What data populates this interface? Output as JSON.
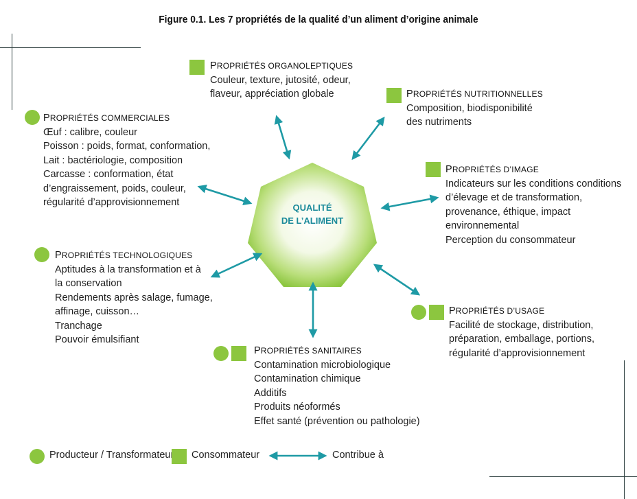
{
  "title": "Figure 0.1. Les 7 propriétés de la qualité d’un aliment d’origine animale",
  "center": {
    "line1": "QUALITÉ",
    "line2": "DE L’ALIMENT"
  },
  "properties": {
    "organoleptiques": {
      "head_first": "P",
      "head_rest": "ropriétés organoleptiques",
      "lines": [
        "Couleur, texture, jutosité, odeur,",
        "flaveur, appréciation globale"
      ]
    },
    "nutritionnelles": {
      "head_first": "P",
      "head_rest": "ropriétés nutritionnelles",
      "lines": [
        "Composition, biodisponibilité",
        "des nutriments"
      ]
    },
    "commerciales": {
      "head_first": "P",
      "head_rest": "ropriétés commerciales",
      "lines": [
        "Œuf : calibre, couleur",
        "Poisson : poids, format, conformation,",
        "Lait : bactériologie, composition",
        "Carcasse : conformation, état",
        "d’engraissement, poids, couleur,",
        "régularité d’approvisionnement"
      ]
    },
    "image": {
      "head_first": "P",
      "head_rest": "ropriétés d’image",
      "lines": [
        "Indicateurs sur les conditions conditions",
        "d’élevage et de transformation,",
        "provenance, éthique, impact",
        "environnemental",
        "Perception du consommateur"
      ]
    },
    "technologiques": {
      "head_first": "P",
      "head_rest": "ropriétés technologiques",
      "lines": [
        "Aptitudes à la transformation et à",
        "la conservation",
        "Rendements après salage, fumage,",
        "affinage, cuisson…",
        "Tranchage",
        "Pouvoir émulsifiant"
      ]
    },
    "usage": {
      "head_first": "P",
      "head_rest": "ropriétés d’usage",
      "lines": [
        "Facilité de stockage, distribution,",
        "préparation, emballage, portions,",
        "régularité d’approvisionnement"
      ]
    },
    "sanitaires": {
      "head_first": "P",
      "head_rest": "ropriétés sanitaires",
      "lines": [
        "Contamination microbiologique",
        "Contamination chimique",
        "Additifs",
        "Produits néoformés",
        "Effet santé (prévention ou pathologie)"
      ]
    }
  },
  "legend": {
    "producer": "Producteur / Transformateur",
    "consumer": "Consommateur",
    "contributes": "Contribue à"
  },
  "colors": {
    "accent_green": "#8cc63f",
    "arrow_teal": "#1e9aa5",
    "center_text": "#1a8a9a"
  }
}
